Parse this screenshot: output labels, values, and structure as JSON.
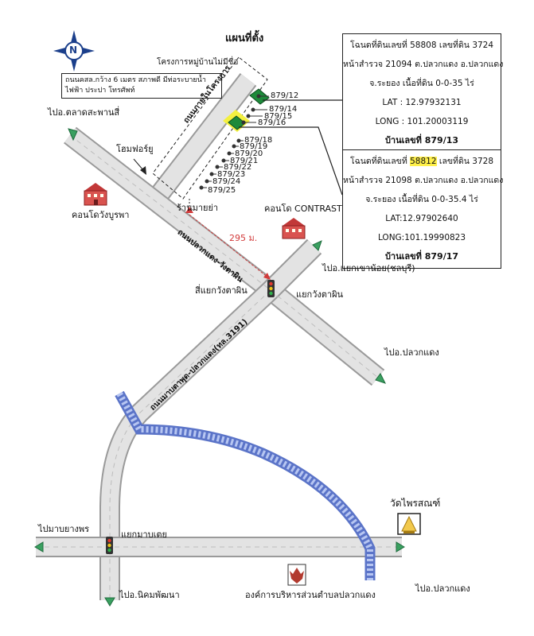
{
  "map_title": "แผนที่ตั้ง",
  "compass": {
    "letter": "N"
  },
  "project_note": "โครงการหมู่บ้านไม่มีชื่อ",
  "road_note_lines": [
    "ถนนคสล.กว้าง 6 เมตร สภาพดี มีท่อระบายน้ำ",
    "ไฟฟ้า ประปา โทรศัพท์"
  ],
  "info_box_1": {
    "line1": "โฉนดที่ดินเลขที่ 58808  เลขที่ดิน 3724",
    "line2": "หน้าสำรวจ 21094 ต.ปลวกแดง อ.ปลวกแดง",
    "line3": "จ.ระยอง เนื้อที่ดิน 0-0-35 ไร่",
    "lat": "LAT : 12.97932131",
    "long": "LONG : 101.20003119",
    "house": "บ้านเลขที่ 879/13"
  },
  "info_box_2": {
    "line1_prefix": "โฉนดที่ดินเลขที่ ",
    "line1_highlight": "58812",
    "line1_suffix": "  เลขที่ดิน 3728",
    "line2": "หน้าสำรวจ 21098 ต.ปลวกแดง อ.ปลวกแดง",
    "line3": "จ.ระยอง เนื้อที่ดิน 0-0-35.4 ไร่",
    "lat": "LAT:12.97902640",
    "long": "LONG:101.19990823",
    "house": "บ้านเลขที่ 879/17"
  },
  "plot_labels": [
    "879/12",
    "879/14",
    "879/15",
    "879/16",
    "879/18",
    "879/19",
    "879/20",
    "879/21",
    "879/22",
    "879/23",
    "879/24",
    "879/25"
  ],
  "places": {
    "talad_saphan_si": "ไปอ.ตลาดสะพานสี่",
    "homefor": "โฮมฟอร์ยู",
    "condo_wang": "คอนโดวังบูรพา",
    "shop": "ร้านมายย่า",
    "condo_contrast": "คอนโด CONTRAST",
    "distance": "295 ม.",
    "si_yaek": "สี่แยกวังตาผิน",
    "to_khao_noi": "ไปอ.แยกเขาน้อย(ชลบุรี)",
    "yaek_wang": "แยกวังตาผิน",
    "to_pluak_daeng_upper": "ไปอ.ปลวกแดง",
    "wat": "วัดไพรสณฑ์",
    "to_ban_phon": "ไปมาบยางพร",
    "yaek_mab": "แยกมาบเตย",
    "to_nikhom": "ไปอ.นิคมพัฒนา",
    "sao": "องค์การบริหารส่วนตำบลปลวกแดง",
    "to_pluak_daeng_lower": "ไปอ.ปลวกแดง"
  },
  "road_names": {
    "village": "ถนนภายในโครงการ",
    "pluakdaeng": "ถนนปลวกแดง-วังตาผิน",
    "highway": "ถนนมาบตาพุด-ปลวกแดง(ทล.3191)"
  },
  "colors": {
    "road": "#e3e3e3",
    "road_edge": "#9a9a9a",
    "plot_green": "#1d8a3a",
    "highlight_yellow": "#f3f040",
    "canal": "#5b74c8",
    "arrow_green": "#3aa060",
    "distance_red": "#d23a3a"
  }
}
